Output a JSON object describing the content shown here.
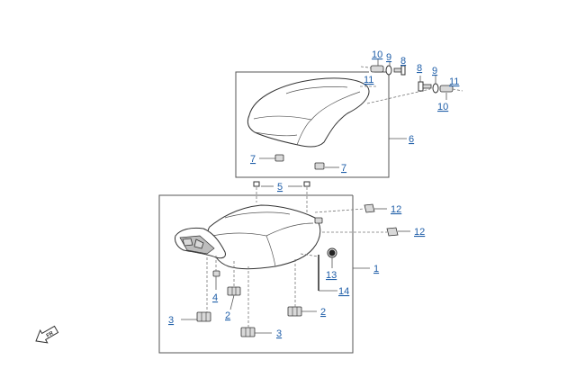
{
  "diagram": {
    "callouts": {
      "top_10": "10",
      "top_9": "9",
      "top_8": "8",
      "top_11": "11",
      "right_8": "8",
      "right_9": "9",
      "right_11": "11",
      "right_10": "10",
      "seat_rear": "6",
      "foot_left_7": "7",
      "foot_right_7": "7",
      "bolt_5": "5",
      "clip_12a": "12",
      "clip_12b": "12",
      "seat_front": "1",
      "nut_13": "13",
      "rod_14": "14",
      "pad_4": "4",
      "bumper_2a": "2",
      "bumper_2b": "2",
      "bumper_3a": "3",
      "bumper_3b": "3"
    },
    "front_arrow_label": "FR",
    "colors": {
      "callout": "#1f5ea8",
      "line": "#333333",
      "fill_gray": "#d9d9d9"
    }
  }
}
